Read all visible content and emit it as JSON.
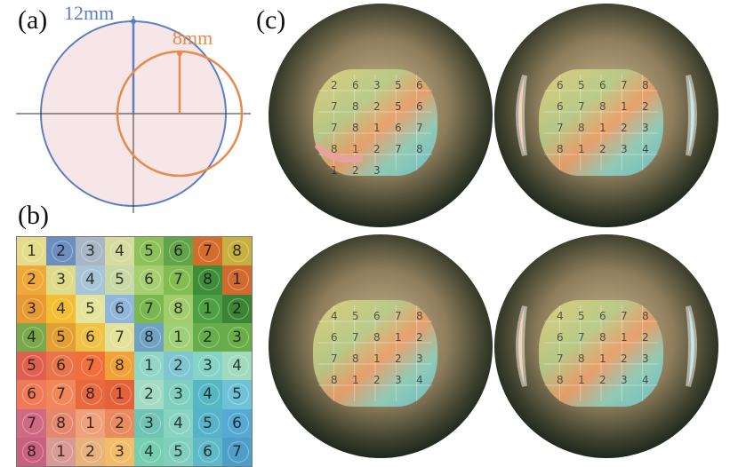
{
  "panel_labels": {
    "a": "(a)",
    "b": "(b)",
    "c": "(c)"
  },
  "diagram_a": {
    "large_circle_label": "12mm",
    "small_circle_label": "8mm",
    "colors": {
      "large": "#5b7fc0",
      "small": "#e88a4a",
      "fill": "#f7e6e8",
      "axis": "#333333"
    }
  },
  "grid_b": {
    "numbers": [
      [
        1,
        2,
        3,
        4,
        5,
        6,
        7,
        8
      ],
      [
        2,
        3,
        4,
        5,
        6,
        7,
        8,
        1
      ],
      [
        3,
        4,
        5,
        6,
        7,
        8,
        1,
        2
      ],
      [
        4,
        5,
        6,
        7,
        8,
        1,
        2,
        3
      ],
      [
        5,
        6,
        7,
        8,
        1,
        2,
        3,
        4
      ],
      [
        6,
        7,
        8,
        1,
        2,
        3,
        4,
        5
      ],
      [
        7,
        8,
        1,
        2,
        3,
        4,
        5,
        6
      ],
      [
        8,
        1,
        2,
        3,
        4,
        5,
        6,
        7
      ]
    ],
    "colors": [
      [
        "#e4dc8a",
        "#6d8fc0",
        "#a9b6c4",
        "#d6dba0",
        "#8dc15a",
        "#62a449",
        "#d46d2c",
        "#c7b040"
      ],
      [
        "#f1a83a",
        "#dedb8a",
        "#a8c5d8",
        "#c8d9a8",
        "#a6cf72",
        "#83bd52",
        "#3f8c39",
        "#d16a2e"
      ],
      [
        "#e79a31",
        "#f3be33",
        "#e6e39a",
        "#90b7d9",
        "#7ab74f",
        "#a2cd6d",
        "#4fa043",
        "#3b8433"
      ],
      [
        "#7ba84a",
        "#e2a034",
        "#f0c245",
        "#e2e29b",
        "#6fa2c0",
        "#9fcf77",
        "#67ad4b",
        "#68ad48"
      ],
      [
        "#e06050",
        "#e9744a",
        "#f26f3c",
        "#f1a137",
        "#90d7c8",
        "#7fc6d2",
        "#86d3c7",
        "#a0dbbf"
      ],
      [
        "#f07a58",
        "#f28859",
        "#e9693e",
        "#e4623a",
        "#a3dbc5",
        "#7fd0be",
        "#56b7c4",
        "#6fc1d6"
      ],
      [
        "#d06a83",
        "#e4876e",
        "#f0a07a",
        "#e98a5f",
        "#6fc4b5",
        "#88d4c0",
        "#57b4c8",
        "#55a9d2"
      ],
      [
        "#c8607f",
        "#d89a92",
        "#e8b27c",
        "#f2bd6a",
        "#76cfb0",
        "#80d0bd",
        "#5fb9c8",
        "#4c9fc9"
      ]
    ]
  },
  "renders_c": {
    "frames": [
      {
        "numbers": [
          "2",
          "6",
          "3",
          "5",
          "6",
          "7",
          "8",
          "2",
          "5",
          "6",
          "7",
          "8",
          "1",
          "6",
          "7",
          "8",
          "1",
          "2",
          "7",
          "8",
          "1",
          "2",
          "3"
        ]
      },
      {
        "numbers": [
          "6",
          "5",
          "6",
          "7",
          "8",
          "6",
          "7",
          "8",
          "1",
          "2",
          "7",
          "8",
          "1",
          "2",
          "3",
          "8",
          "1",
          "2",
          "3",
          "4"
        ]
      },
      {
        "numbers": [
          "4",
          "5",
          "6",
          "7",
          "8",
          "6",
          "7",
          "8",
          "1",
          "2",
          "7",
          "8",
          "1",
          "2",
          "3",
          "8",
          "1",
          "2",
          "3",
          "4"
        ]
      },
      {
        "numbers": [
          "4",
          "5",
          "6",
          "7",
          "8",
          "6",
          "7",
          "8",
          "1",
          "2",
          "7",
          "8",
          "1",
          "2",
          "3",
          "8",
          "1",
          "2",
          "3",
          "4"
        ]
      }
    ],
    "colors": {
      "sphere_rim": "#1f2a1f",
      "sphere_center": "#c9b98f"
    }
  }
}
